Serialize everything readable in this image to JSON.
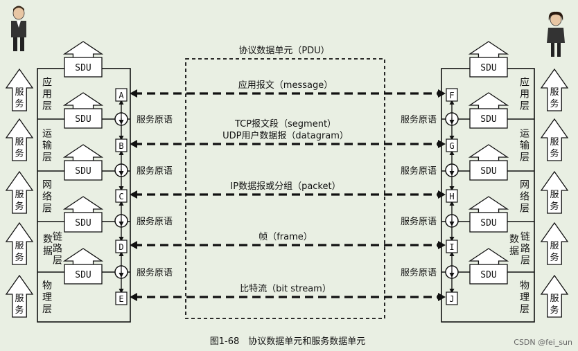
{
  "title_pdu": "协议数据单元（PDU）",
  "caption": "图1-68　协议数据单元和服务数据单元",
  "watermark": "CSDN @fei_sun",
  "sdu_label": "SDU",
  "service_primitive": "服务原语",
  "service_arrow": "服务",
  "layers": [
    "应用层",
    "运输层",
    "网络层",
    "数据链路层",
    "物理层"
  ],
  "data_link_parts": [
    "数据",
    "链路层"
  ],
  "left_saps": [
    "A",
    "B",
    "C",
    "D",
    "E"
  ],
  "right_saps": [
    "F",
    "G",
    "H",
    "I",
    "J"
  ],
  "pdus": [
    {
      "lines": [
        "应用报文（message）"
      ]
    },
    {
      "lines": [
        "TCP报文段（segment）",
        "UDP用户数据报（datagram）"
      ]
    },
    {
      "lines": [
        "IP数据报或分组（packet）"
      ]
    },
    {
      "lines": [
        "帧（frame）"
      ]
    },
    {
      "lines": [
        "比特流（bit stream）"
      ]
    }
  ],
  "colors": {
    "background": "#e9efe3",
    "ink": "#111111"
  },
  "icons": {
    "left_user": "businessman-icon",
    "right_user": "businesswoman-icon"
  }
}
